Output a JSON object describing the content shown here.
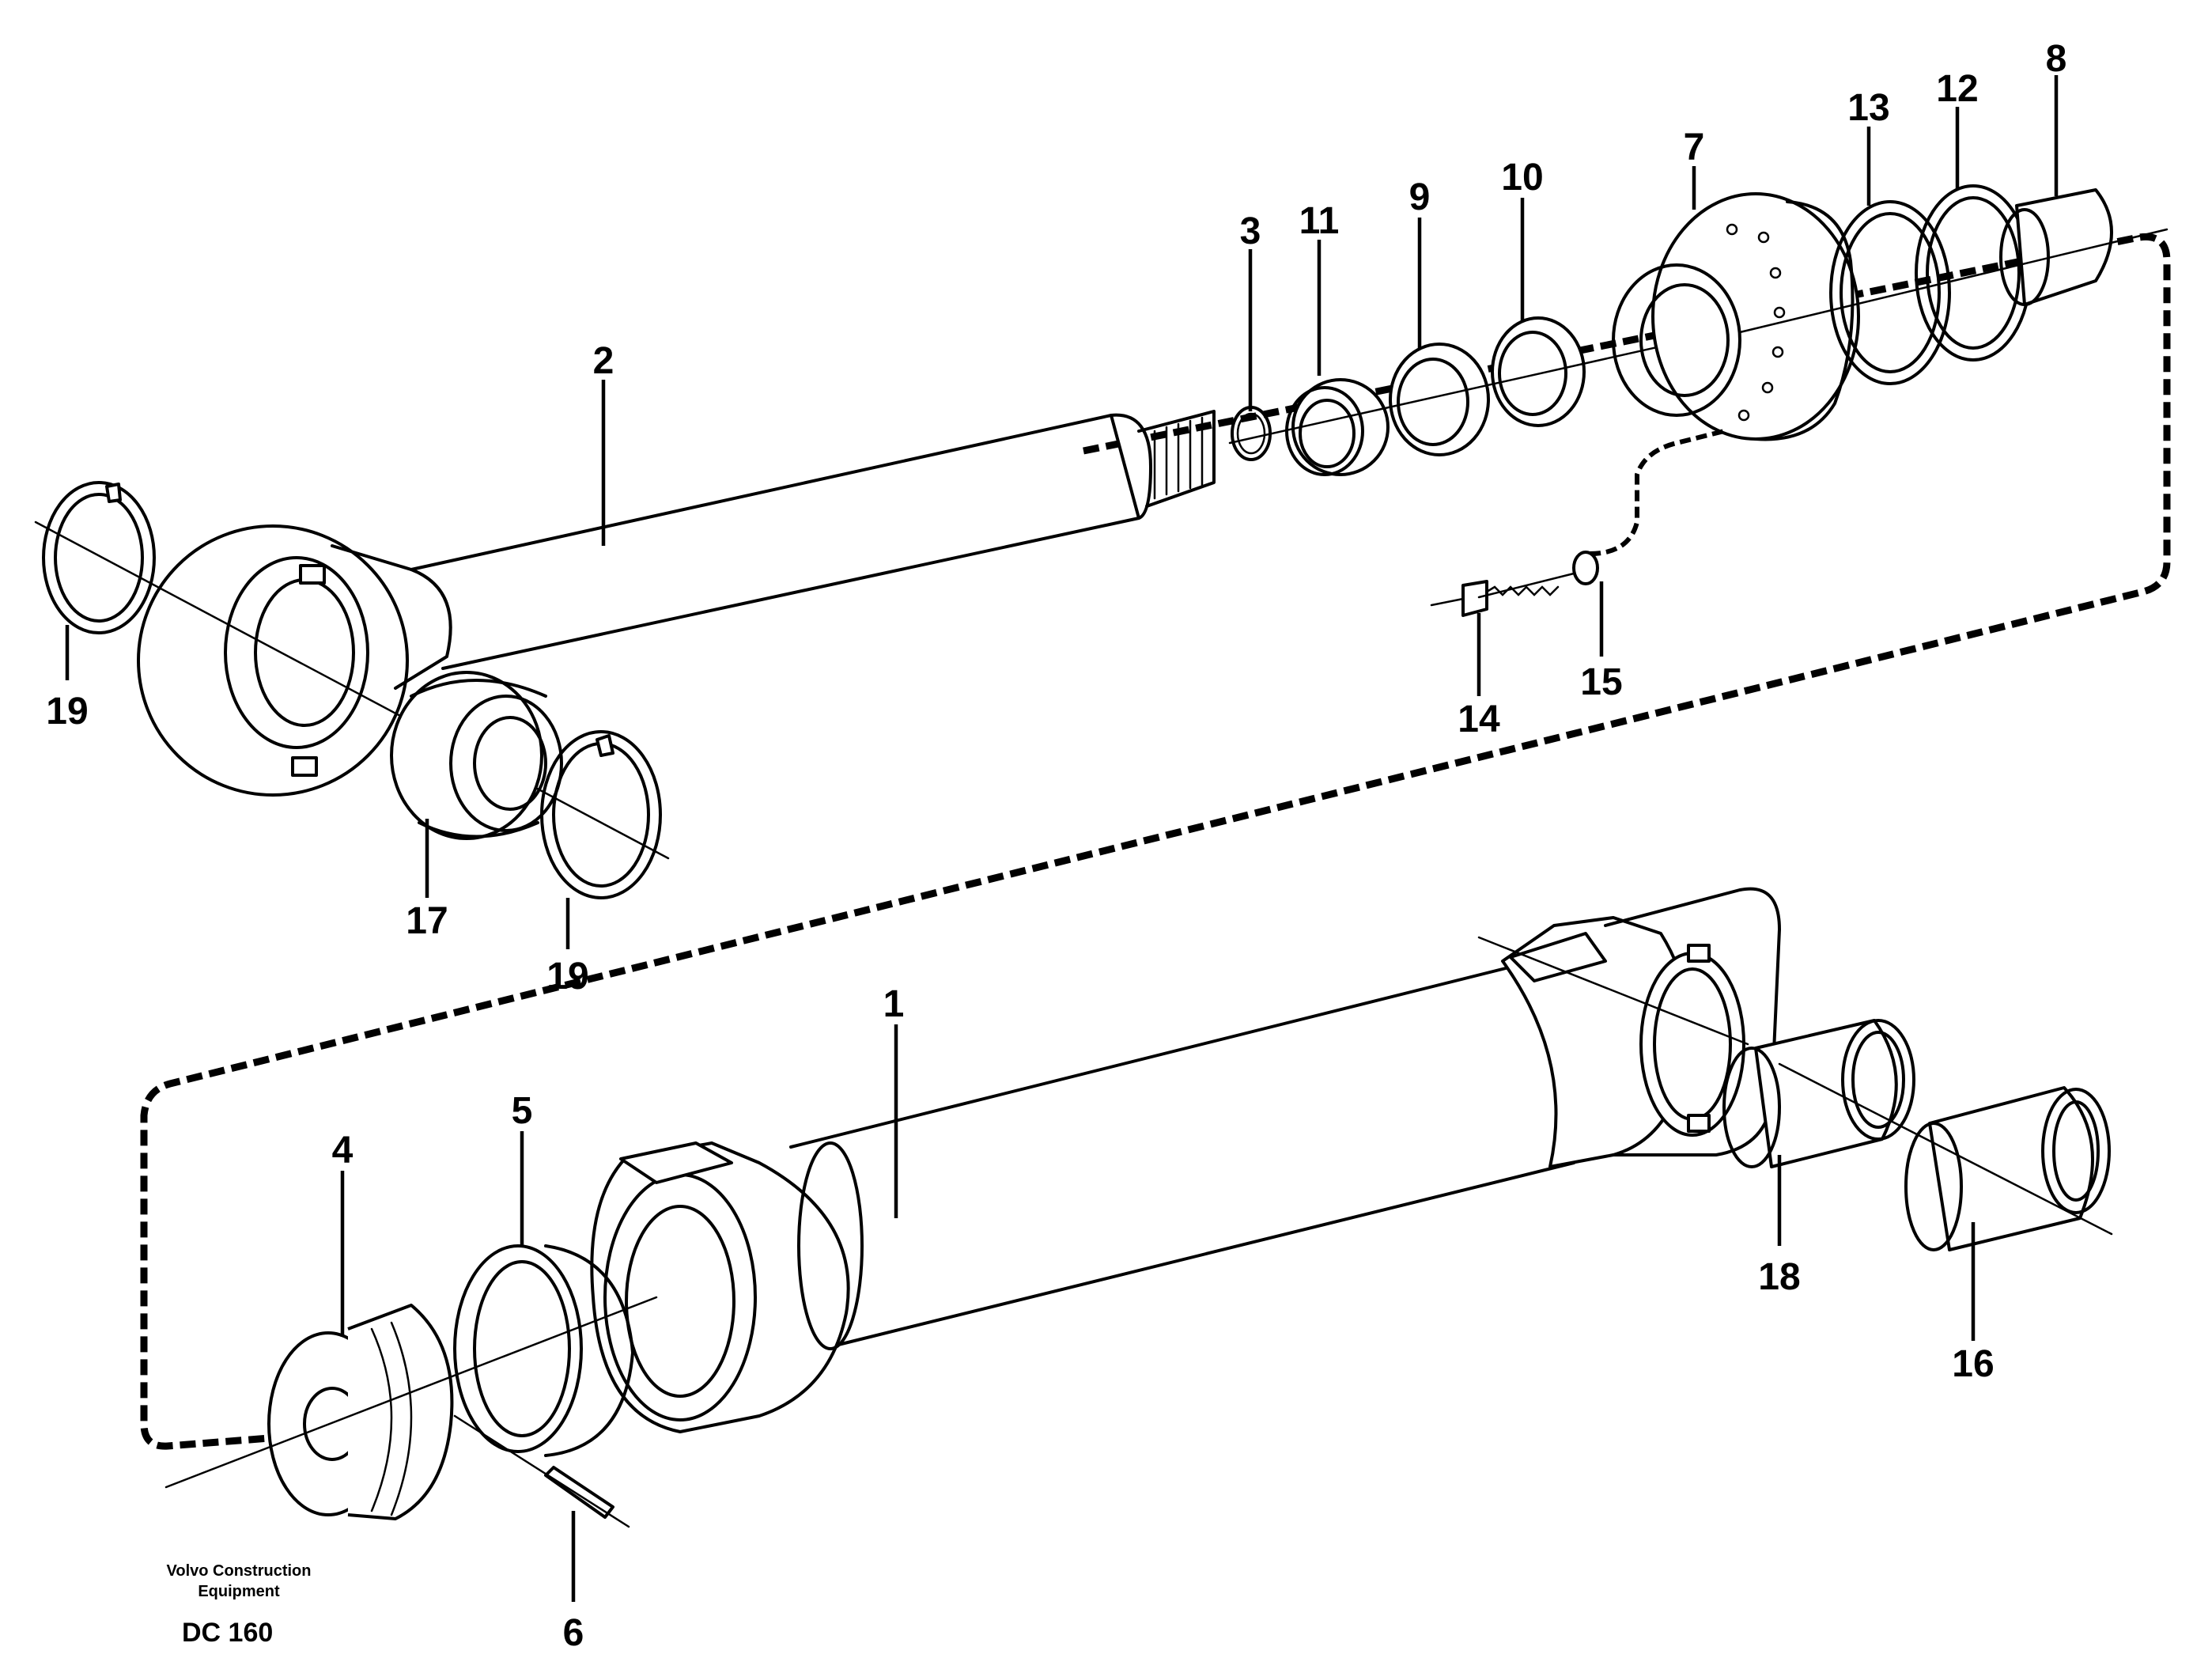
{
  "callouts": {
    "c1": "1",
    "c2": "2",
    "c3": "3",
    "c4": "4",
    "c5": "5",
    "c6": "6",
    "c7": "7",
    "c8": "8",
    "c9": "9",
    "c10": "10",
    "c11": "11",
    "c12": "12",
    "c13": "13",
    "c14": "14",
    "c15": "15",
    "c16": "16",
    "c17": "17",
    "c18": "18",
    "c19a": "19",
    "c19b": "19"
  },
  "footer": {
    "manufacturer_line1": "Volvo Construction",
    "manufacturer_line2": "Equipment",
    "drawing_code": "DC 160"
  }
}
